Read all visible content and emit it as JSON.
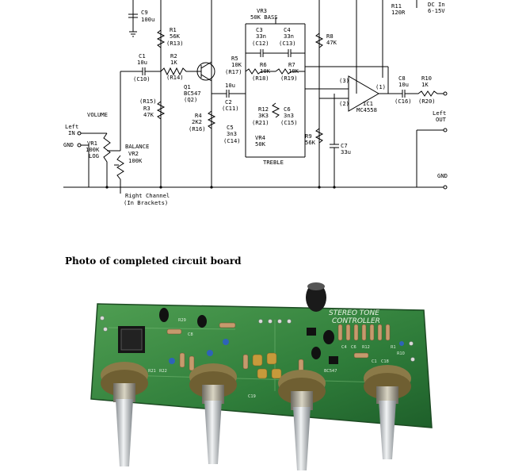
{
  "schematic": {
    "labels": {
      "c9": "C9",
      "c9v": "100u",
      "r1": "R1",
      "r1v": "56K",
      "r1b": "(R13)",
      "r2": "R2",
      "r2v": "1K",
      "r2b": "(R14)",
      "c1": "C1",
      "c1v": "10u",
      "c1b": "(C10)",
      "q1": "Q1",
      "q1v": "BC547",
      "q1b": "(Q2)",
      "r15": "(R15)",
      "r3": "R3",
      "r3v": "47K",
      "r4": "R4",
      "r4v": "2K2",
      "r4b": "(R16)",
      "vr3": "VR3",
      "vr3v": "50K BASS",
      "c3": "C3",
      "c3v": "33n",
      "c3b": "(C12)",
      "c4": "C4",
      "c4v": "33n",
      "c4b": "(C13)",
      "r5": "R5",
      "r5v": "10K",
      "r5b": "(R17)",
      "r6": "R6",
      "r6v": "10K",
      "r6b": "(R18)",
      "r7": "R7",
      "r7v": "10K",
      "r7b": "(R19)",
      "c2v": "10u",
      "c2": "C2",
      "c2b": "(C11)",
      "r12": "R12",
      "r12v": "3K3",
      "r12b": "(R21)",
      "c6": "C6",
      "c6v": "3n3",
      "c6b": "(C15)",
      "c5": "C5",
      "c5v": "3n3",
      "c5b": "(C14)",
      "vr4": "VR4",
      "vr4v": "50K",
      "treble": "TREBLE",
      "r8": "R8",
      "r8v": "47K",
      "r9": "R9",
      "r9v": "56K",
      "c7": "C7",
      "c7v": "33u",
      "pin3": "(3)",
      "pin2": "(2)",
      "pin1": "(1)",
      "ic1": "IC1",
      "ic1v": "MC4558",
      "r11": "R11",
      "r11v": "120R",
      "dcin": "DC In",
      "dcinv": "6-15V",
      "c8": "C8",
      "c8v": "10u",
      "c8b": "(C16)",
      "r10": "R10",
      "r10v": "1K",
      "r10b": "(R20)",
      "leftout": "Left",
      "leftout2": "OUT",
      "gndr": "GND",
      "volume": "VOLUME",
      "leftin": "Left",
      "leftin2": "IN",
      "gndl": "GND",
      "vr1": "VR1",
      "vr1v": "100K",
      "vr1l": "LOG",
      "balance": "BALANCE",
      "vr2": "VR2",
      "vr2v": "100K",
      "rightch": "Right Channel",
      "rightch2": "(In Brackets)"
    }
  },
  "caption": "Photo of completed circuit board",
  "board": {
    "title1": "STEREO TONE",
    "title2": "CONTROLLER",
    "silk": [
      "R29",
      "R21",
      "R22",
      "C8",
      "C19",
      "C4",
      "C6",
      "R12",
      "BC547",
      "C1",
      "C18",
      "R1",
      "R10"
    ],
    "knob_count": 4
  }
}
